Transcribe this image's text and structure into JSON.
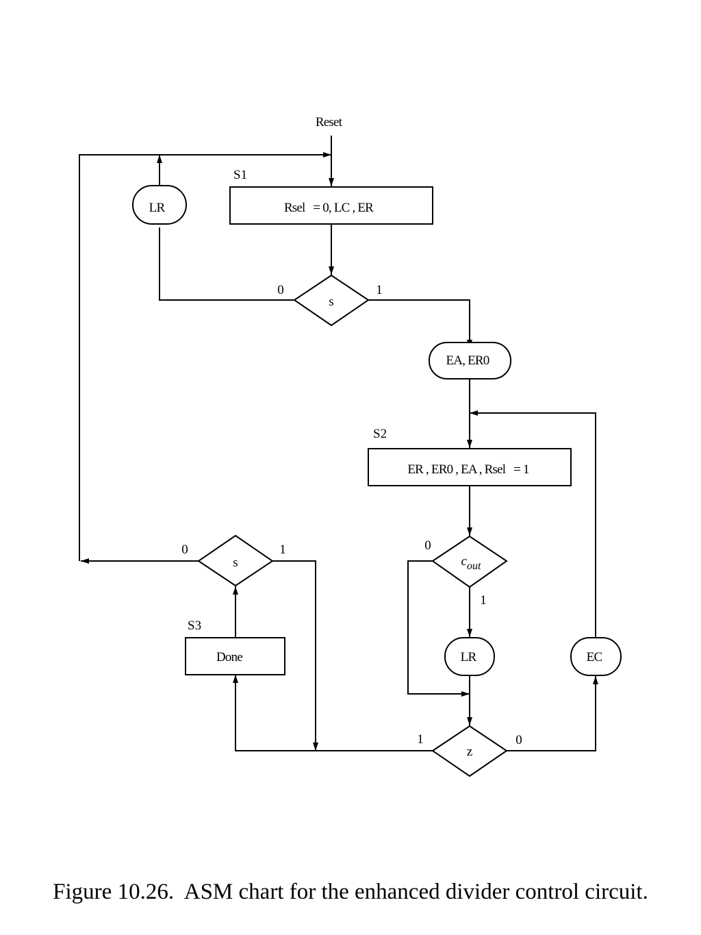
{
  "diagram": {
    "reset": "Reset",
    "states": {
      "s1": {
        "name": "S1",
        "outputs": "Rsel   = 0, LC , ER"
      },
      "s2": {
        "name": "S2",
        "outputs": "ER , ER0 , EA , Rsel   = 1"
      },
      "s3": {
        "name": "S3",
        "outputs": "Done"
      }
    },
    "decisions": {
      "s_top": {
        "label": "s",
        "zero": "0",
        "one": "1"
      },
      "cout": {
        "label": "c",
        "sub": "out",
        "zero": "0",
        "one": "1"
      },
      "s_bottom": {
        "label": "s",
        "zero": "0",
        "one": "1"
      },
      "z": {
        "label": "z",
        "zero": "0",
        "one": "1"
      }
    },
    "conditional_outputs": {
      "lr_top": "LR",
      "ea_er0": "EA, ER0",
      "lr_bottom": "LR",
      "ec": "EC"
    }
  },
  "caption": "Figure 10.26.  ASM chart for the enhanced divider control circuit."
}
